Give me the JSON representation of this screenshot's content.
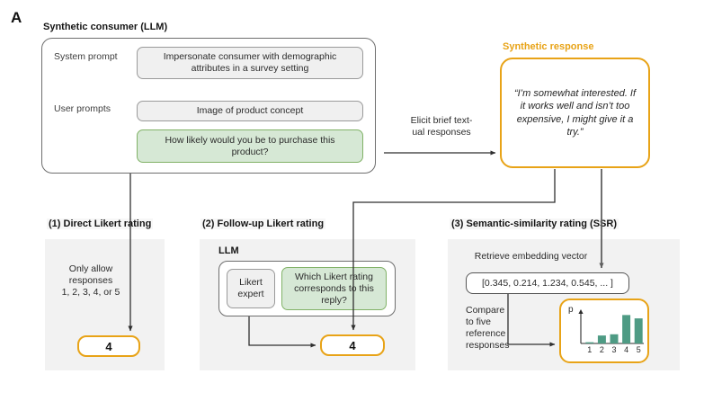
{
  "figure": {
    "panel_letter": "A"
  },
  "consumer": {
    "title": "Synthetic consumer (LLM)",
    "system_prompt_label": "System prompt",
    "system_prompt_text": "Impersonate consumer with demographic attributes  in a survey setting",
    "user_prompts_label": "User prompts",
    "user_prompt_1": "Image of product concept",
    "user_prompt_2": "How likely would you be to purchase this product?"
  },
  "elicit": {
    "label": "Elicit brief text-\nual responses",
    "line1": "Elicit brief text-",
    "line2": "ual responses"
  },
  "response": {
    "title": "Synthetic response",
    "quote": "“I’m somewhat interested. If it works well and isn’t too expensive, I might give it a try.”"
  },
  "method1": {
    "title": "(1) Direct Likert rating",
    "note_line1": "Only allow",
    "note_line2": "responses",
    "note_line3": "1, 2, 3, 4, or 5",
    "result": "4"
  },
  "method2": {
    "title": "(2) Follow-up Likert rating",
    "llm_label": "LLM",
    "expert_line1": "Likert",
    "expert_line2": "expert",
    "question": "Which Likert rating corresponds to this reply?",
    "result": "4"
  },
  "method3": {
    "title": "(3) Semantic-similarity rating (SSR)",
    "retrieve_label": "Retrieve embedding vector",
    "vector": "[0.345, 0.214, 1.234, 0.545, ... ]",
    "compare_line1": "Compare",
    "compare_line2": "to five",
    "compare_line3": "reference",
    "compare_line4": "responses"
  },
  "chart_data": {
    "type": "bar",
    "title": "",
    "xlabel": "",
    "ylabel": "p",
    "categories": [
      "1",
      "2",
      "3",
      "4",
      "5"
    ],
    "values": [
      0.04,
      0.26,
      0.3,
      0.93,
      0.82
    ],
    "ylim": [
      0,
      1
    ],
    "grid": false,
    "legend": false,
    "bar_color": "#4e9b84"
  },
  "colors": {
    "accent_orange": "#e8a317",
    "green_fill": "#d6e8d5",
    "green_border": "#81b267",
    "panel_gray": "#f2f2f2",
    "box_gray": "#f0f0f0",
    "bar_teal": "#4e9b84",
    "line_dark": "#3a3a3a"
  }
}
